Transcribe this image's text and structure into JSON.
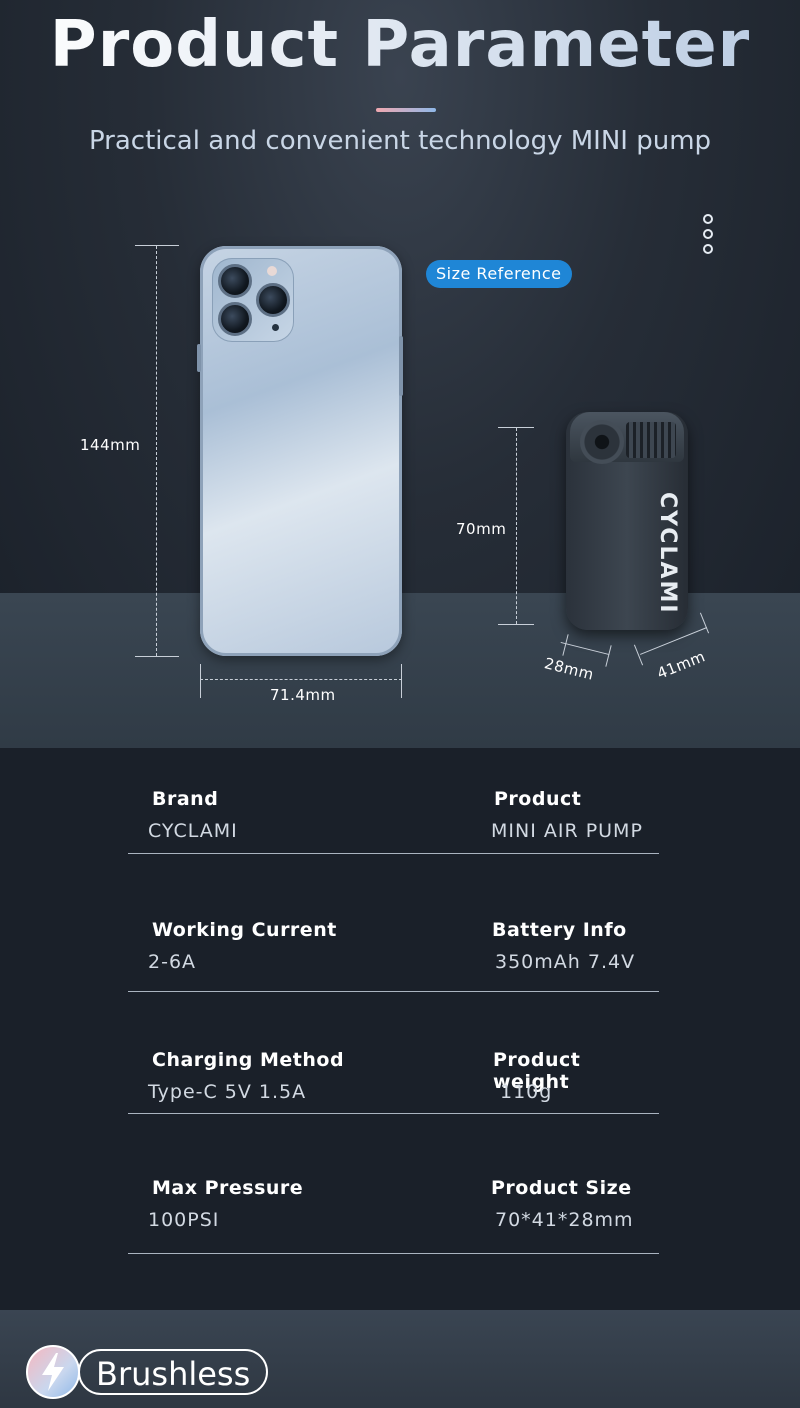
{
  "header": {
    "title": "Product Parameter",
    "subtitle": "Practical and convenient technology MINI pump"
  },
  "hero": {
    "size_badge": "Size Reference",
    "phone_height": "144mm",
    "phone_width": "71.4mm",
    "pump_height": "70mm",
    "pump_width": "28mm",
    "pump_depth": "41mm",
    "pump_logo": "CYCLAMI"
  },
  "specs": [
    {
      "left_label": "Brand",
      "left_value": "CYCLAMI",
      "right_label": "Product",
      "right_value": "MINI AIR PUMP"
    },
    {
      "left_label": "Working Current",
      "left_value": "2-6A",
      "right_label": "Battery Info",
      "right_value": "350mAh 7.4V"
    },
    {
      "left_label": "Charging Method",
      "left_value": "Type-C 5V 1.5A",
      "right_label": "Product weight",
      "right_value": "110g"
    },
    {
      "left_label": "Max Pressure",
      "left_value": "100PSI",
      "right_label": "Product Size",
      "right_value": "70*41*28mm"
    }
  ],
  "footer": {
    "badge_label": "Brushless",
    "icon": "lightning-bolt-icon"
  },
  "colors": {
    "background": "#1a2029",
    "accent_blue": "#1f86d6",
    "accent_pink": "#f0a8b0"
  }
}
